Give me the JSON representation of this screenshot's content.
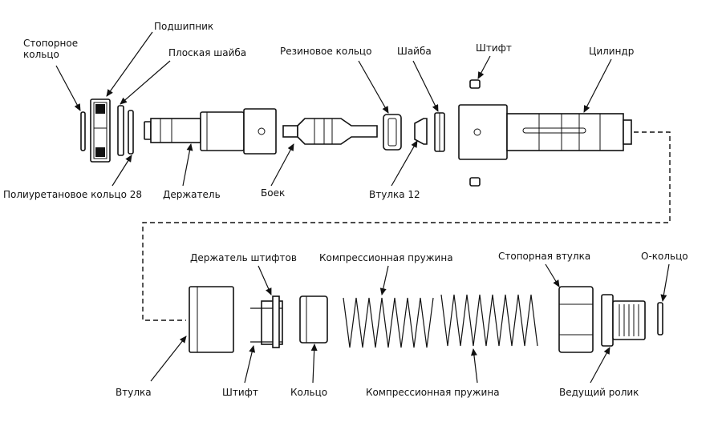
{
  "labels": {
    "stopornoe_kolco_1": "Стопорное",
    "stopornoe_kolco_2": "кольцо",
    "podshipnik": "Подшипник",
    "ploskaya_shayba": "Плоская шайба",
    "rezinovoe_kolco": "Резиновое кольцо",
    "shayba": "Шайба",
    "shtift_top": "Штифт",
    "cilindr": "Цилиндр",
    "poliuretanovoe_kolco": "Полиуретановое кольцо 28",
    "derzhatel": "Держатель",
    "boek": "Боек",
    "vtulka_12": "Втулка 12",
    "derzhatel_shtiftov": "Держатель штифтов",
    "kompressionnaya_pruzhina_top": "Компрессионная пружина",
    "stopornaya_vtulka": "Стопорная втулка",
    "o_kolco": "О-кольцо",
    "vtulka": "Втулка",
    "shtift_bottom": "Штифт",
    "kolco": "Кольцо",
    "kompressionnaya_pruzhina_bottom": "Компрессионная пружина",
    "vedushchiy_rolik": "Ведущий ролик"
  }
}
